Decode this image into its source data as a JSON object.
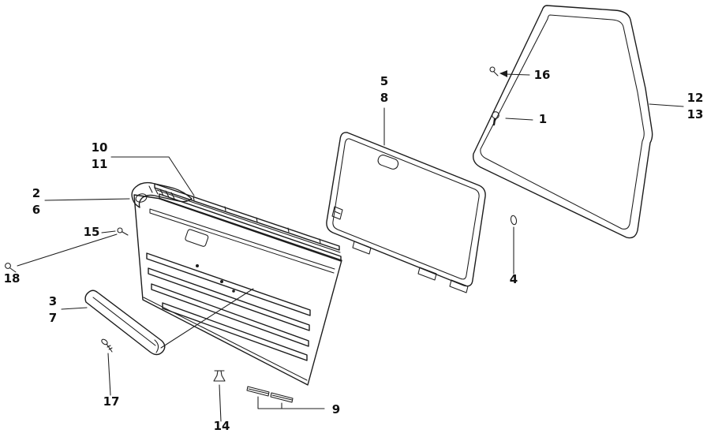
{
  "figure": {
    "background_color": "#ffffff",
    "line_color": "#1c1c1c",
    "label_color": "#111111",
    "callouts": {
      "n1": "1",
      "n2": "2",
      "n3": "3",
      "n4": "4",
      "n5": "5",
      "n6": "6",
      "n7": "7",
      "n8": "8",
      "n9": "9",
      "n10": "10",
      "n11": "11",
      "n12": "12",
      "n13": "13",
      "n14": "14",
      "n15": "15",
      "n16": "16",
      "n17": "17",
      "n18": "18"
    }
  }
}
